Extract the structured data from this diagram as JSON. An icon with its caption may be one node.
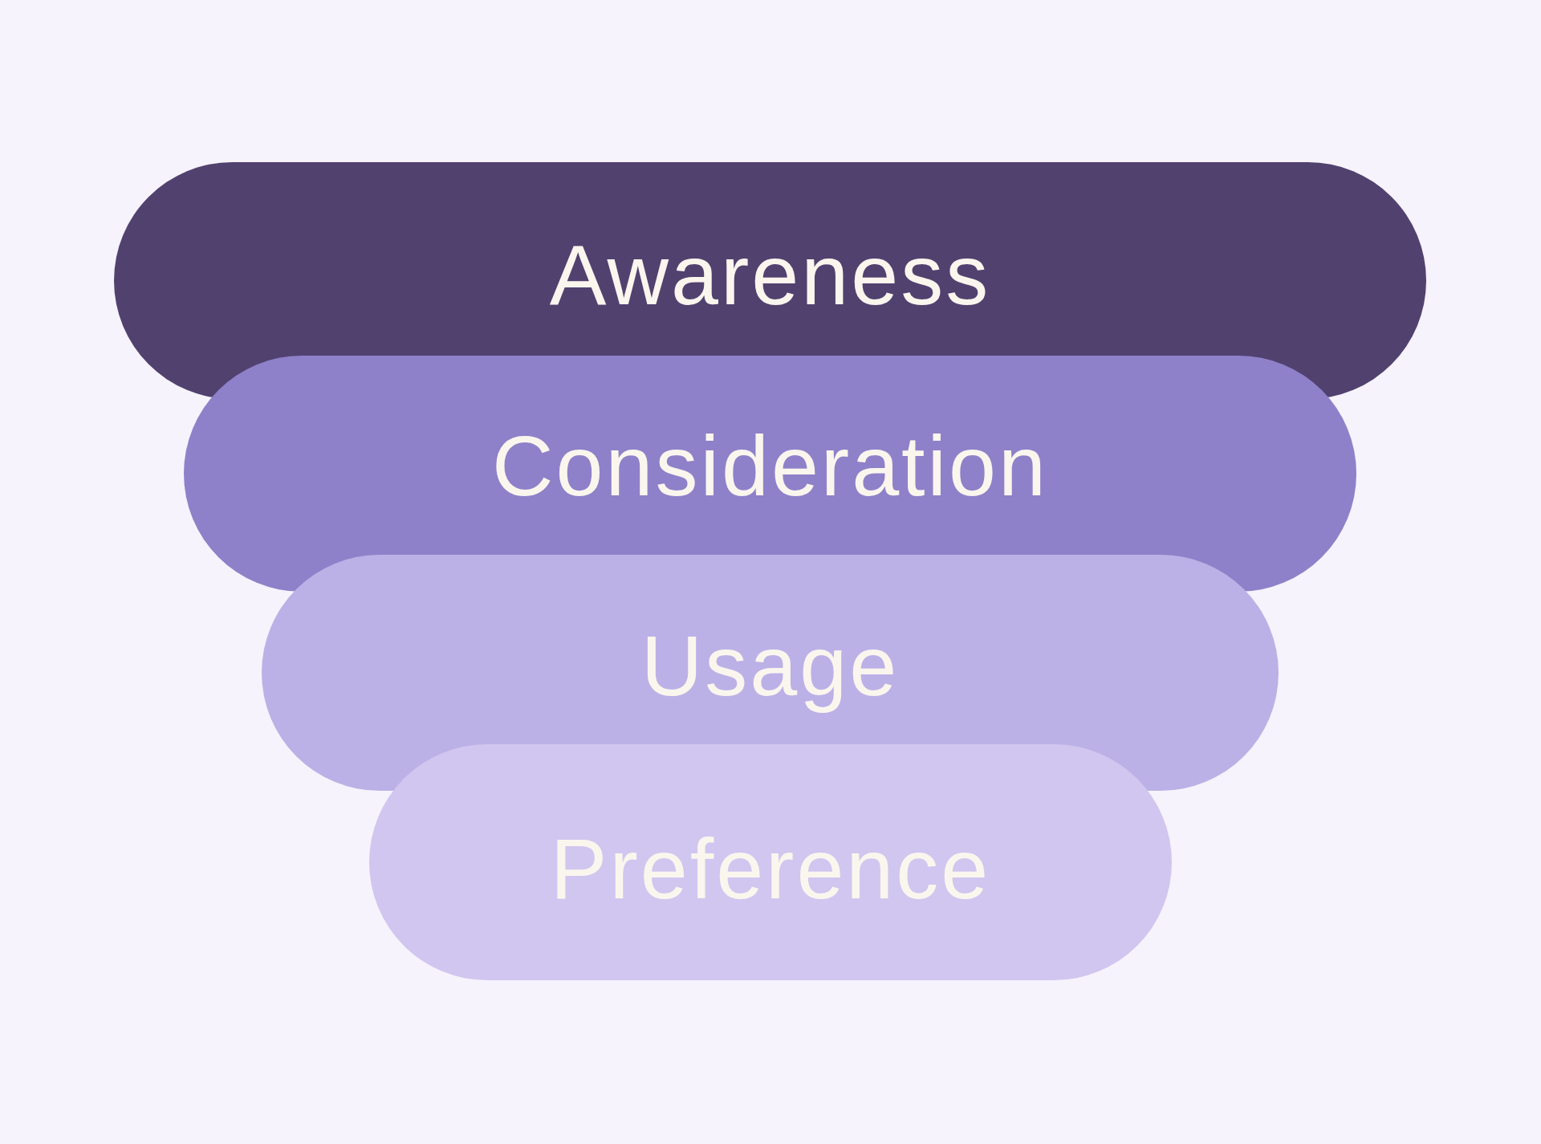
{
  "diagram": {
    "nodes": [
      {
        "text": [
          "Awareness"
        ]
      },
      {
        "text": [
          "Consideration"
        ]
      },
      {
        "text": [
          "Usage"
        ]
      },
      {
        "text": [
          "Preference"
        ]
      }
    ]
  }
}
